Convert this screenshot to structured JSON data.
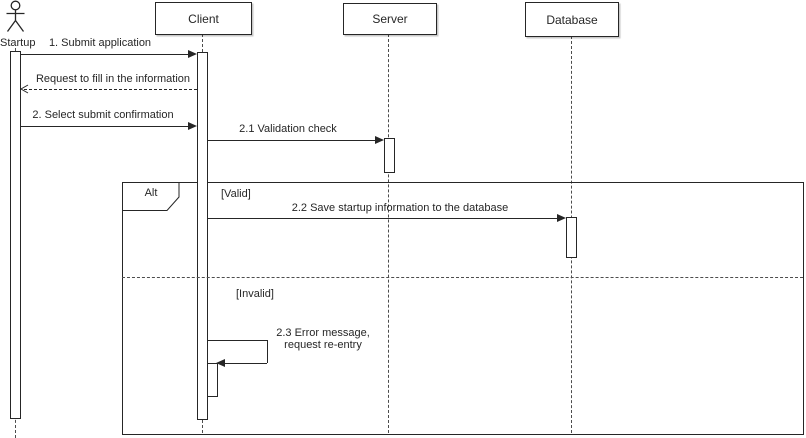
{
  "diagram_type": "uml-sequence",
  "actor": {
    "label": "Startup"
  },
  "participants": [
    {
      "label": "Client"
    },
    {
      "label": "Server"
    },
    {
      "label": "Database"
    }
  ],
  "messages": {
    "m1": "1. Submit application",
    "m2": "Request to fill in the information",
    "m3": "2. Select submit confirmation",
    "m4": "2.1 Validation check",
    "m5": "2.2 Save startup information to the database",
    "m6_line1": "2.3 Error message,",
    "m6_line2": "request re-entry"
  },
  "alt": {
    "label": "Alt",
    "valid_guard": "[Valid]",
    "invalid_guard": "[Invalid]"
  },
  "colors": {
    "stroke": "#262626",
    "lifeline_dash": "#4d4d4d",
    "background": "#ffffff"
  }
}
